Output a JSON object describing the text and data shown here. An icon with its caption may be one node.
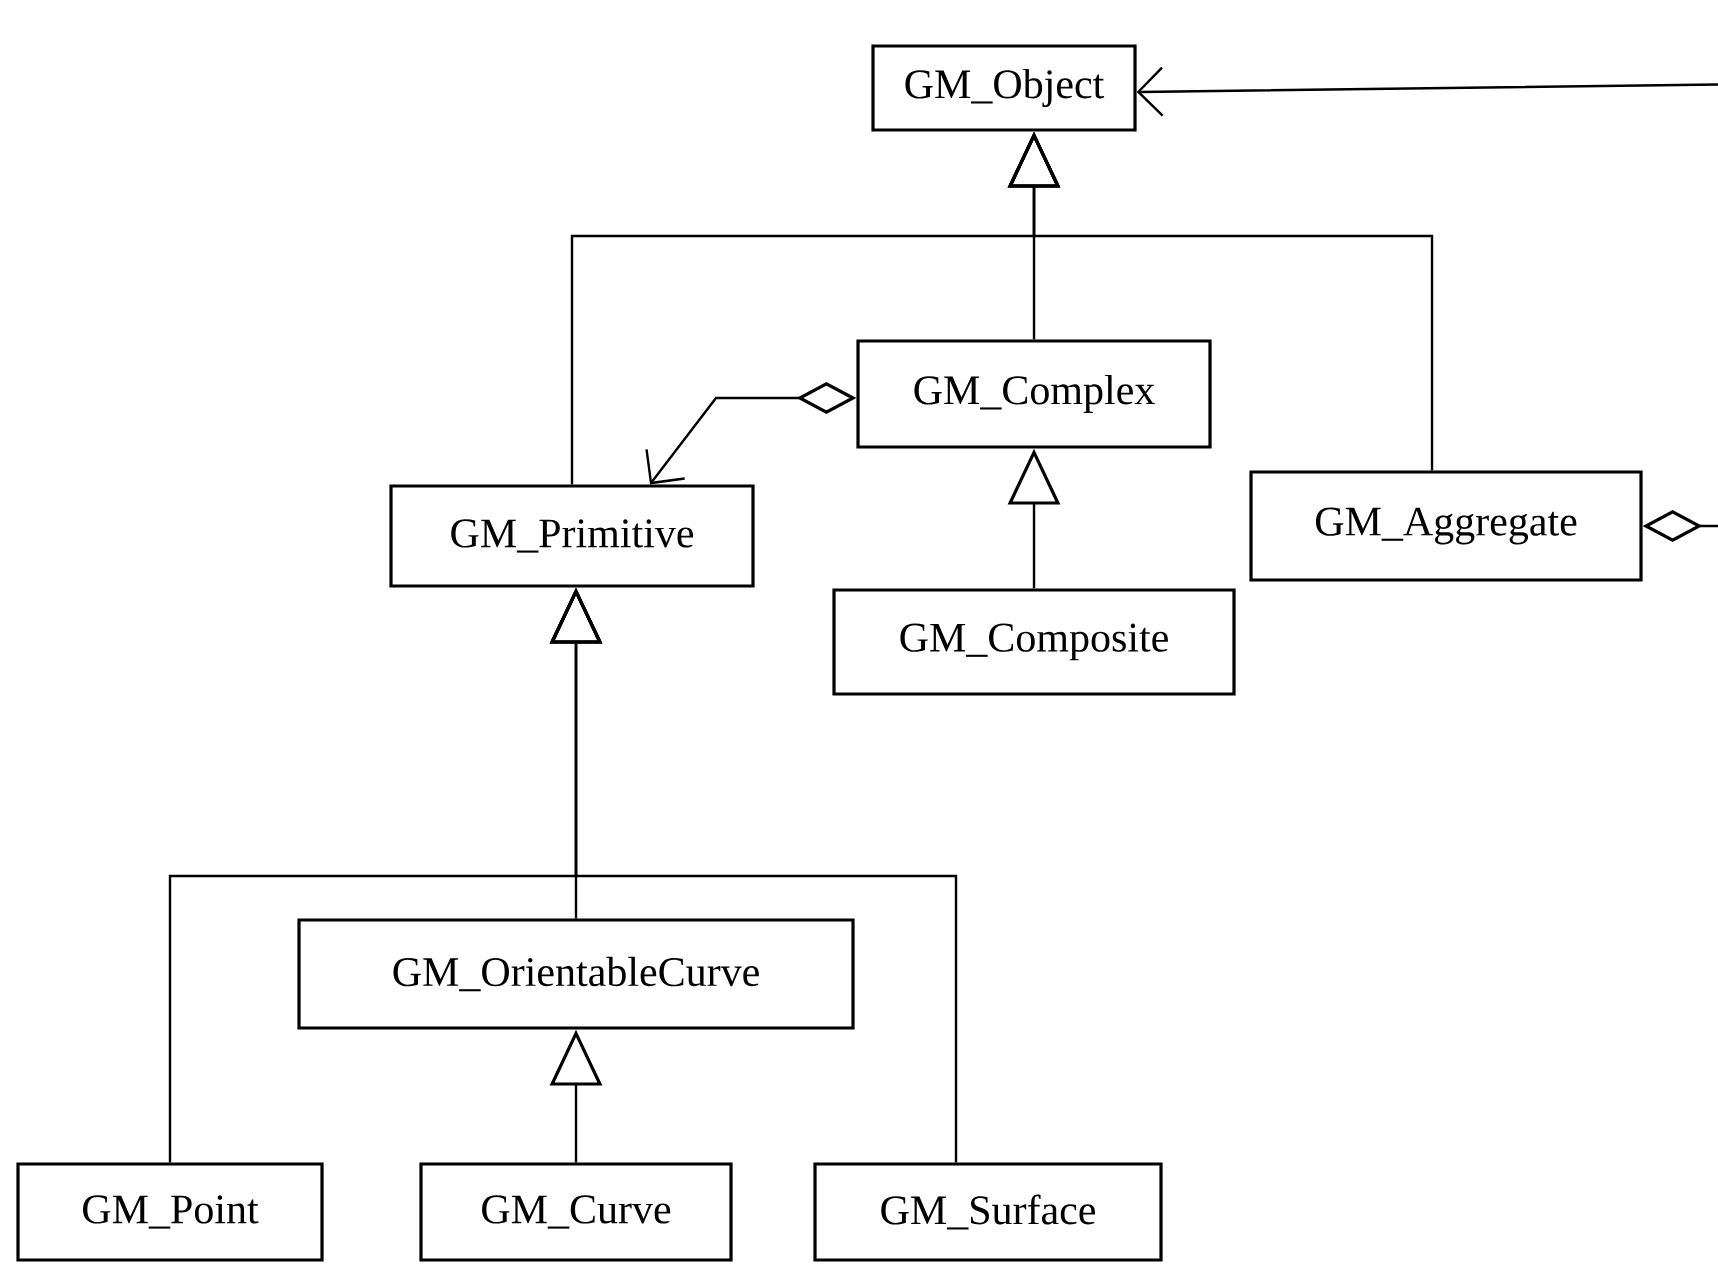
{
  "diagram": {
    "nodes": [
      {
        "text": [
          "GM_Object"
        ]
      },
      {
        "text": [
          "GM_Complex"
        ]
      },
      {
        "text": [
          "GM_Primitive"
        ]
      },
      {
        "text": [
          "GM_Aggregate"
        ]
      },
      {
        "text": [
          "GM_Composite"
        ]
      },
      {
        "text": [
          "GM_OrientableCurve"
        ]
      },
      {
        "text": [
          "GM_Point"
        ]
      },
      {
        "text": [
          "GM_Curve"
        ]
      },
      {
        "text": [
          "GM_Surface"
        ]
      }
    ],
    "edges": [
      {
        "from": 2,
        "to": 0,
        "arrow": "to"
      },
      {
        "from": 1,
        "to": 0,
        "arrow": "to"
      },
      {
        "from": 3,
        "to": 0,
        "arrow": "to"
      },
      {
        "from": 1,
        "to": 2,
        "arrow": "to"
      },
      {
        "from": 4,
        "to": 1,
        "arrow": "to"
      },
      {
        "from": 5,
        "to": 2,
        "arrow": "to"
      },
      {
        "from": 6,
        "to": 2,
        "arrow": "to"
      },
      {
        "from": 8,
        "to": 2,
        "arrow": "to"
      },
      {
        "from": 7,
        "to": 5,
        "arrow": "to"
      },
      {
        "from": 3,
        "to": 0,
        "arrow": "to"
      }
    ]
  }
}
